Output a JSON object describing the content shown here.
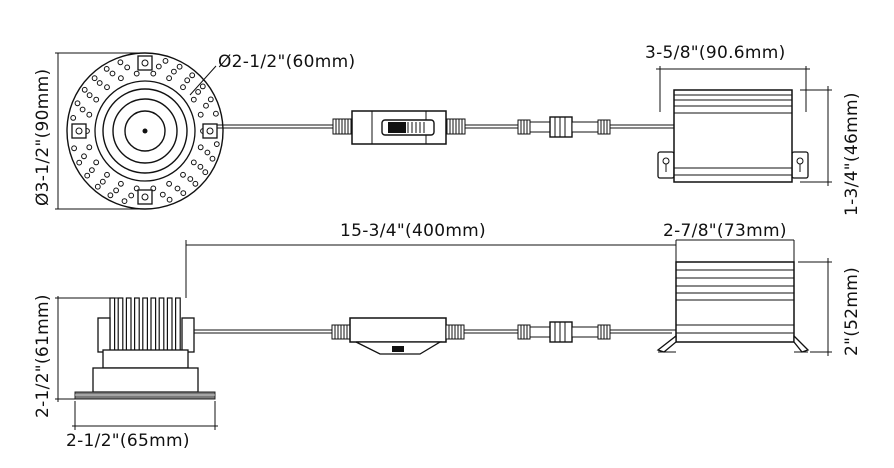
{
  "top_view": {
    "inner_diameter": "Ø2-1/2\"(60mm)",
    "outer_diameter": "Ø3-1/2\"(90mm)",
    "driver_length": "3-5/8\"(90.6mm)",
    "driver_height": "1-3/4\"(46mm)"
  },
  "side_view": {
    "cable_length": "15-3/4\"(400mm)",
    "driver_width": "2-7/8\"(73mm)",
    "driver_height": "2\"(52mm)",
    "fixture_height": "2-1/2\"(61mm)",
    "fixture_width": "2-1/2\"(65mm)"
  }
}
